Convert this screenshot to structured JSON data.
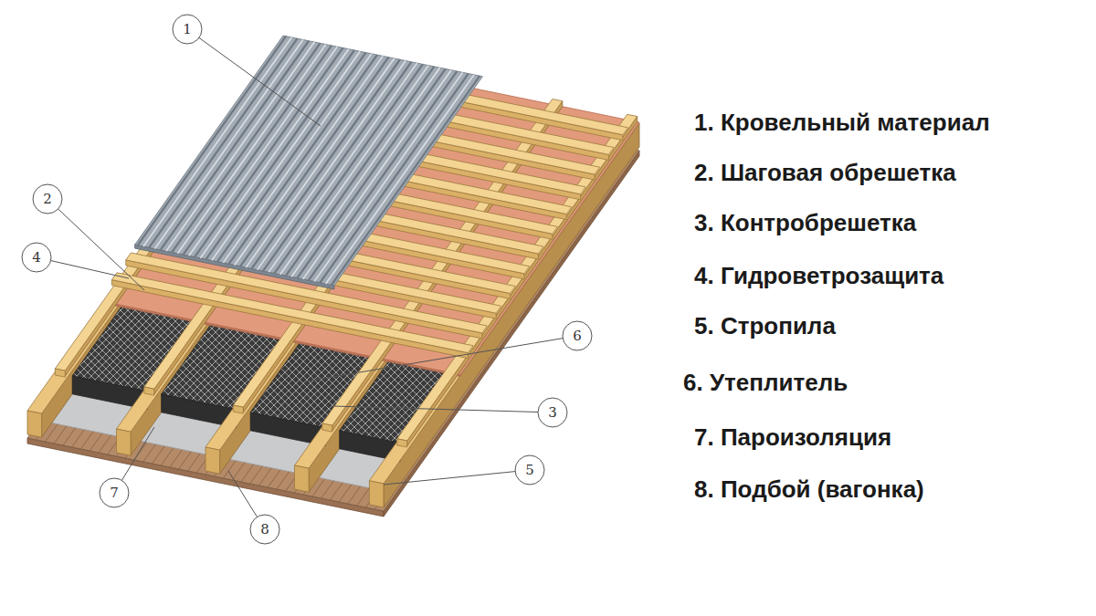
{
  "diagram": {
    "nodes": [
      {
        "text": [
          "1"
        ]
      },
      {
        "text": [
          "2"
        ]
      },
      {
        "text": [
          "4"
        ]
      },
      {
        "text": [
          "6"
        ]
      },
      {
        "text": [
          "3"
        ]
      },
      {
        "text": [
          "5"
        ]
      },
      {
        "text": [
          "7"
        ]
      },
      {
        "text": [
          "8"
        ]
      }
    ],
    "labels": [
      "1. Кровельный материал",
      "2. Шаговая обрешетка",
      "3. Контробрешетка",
      "4. Гидроветрозащита",
      "5. Стропила",
      "6. Утеплитель",
      "7. Пароизоляция",
      "8. Подбой (вагонка)"
    ]
  }
}
